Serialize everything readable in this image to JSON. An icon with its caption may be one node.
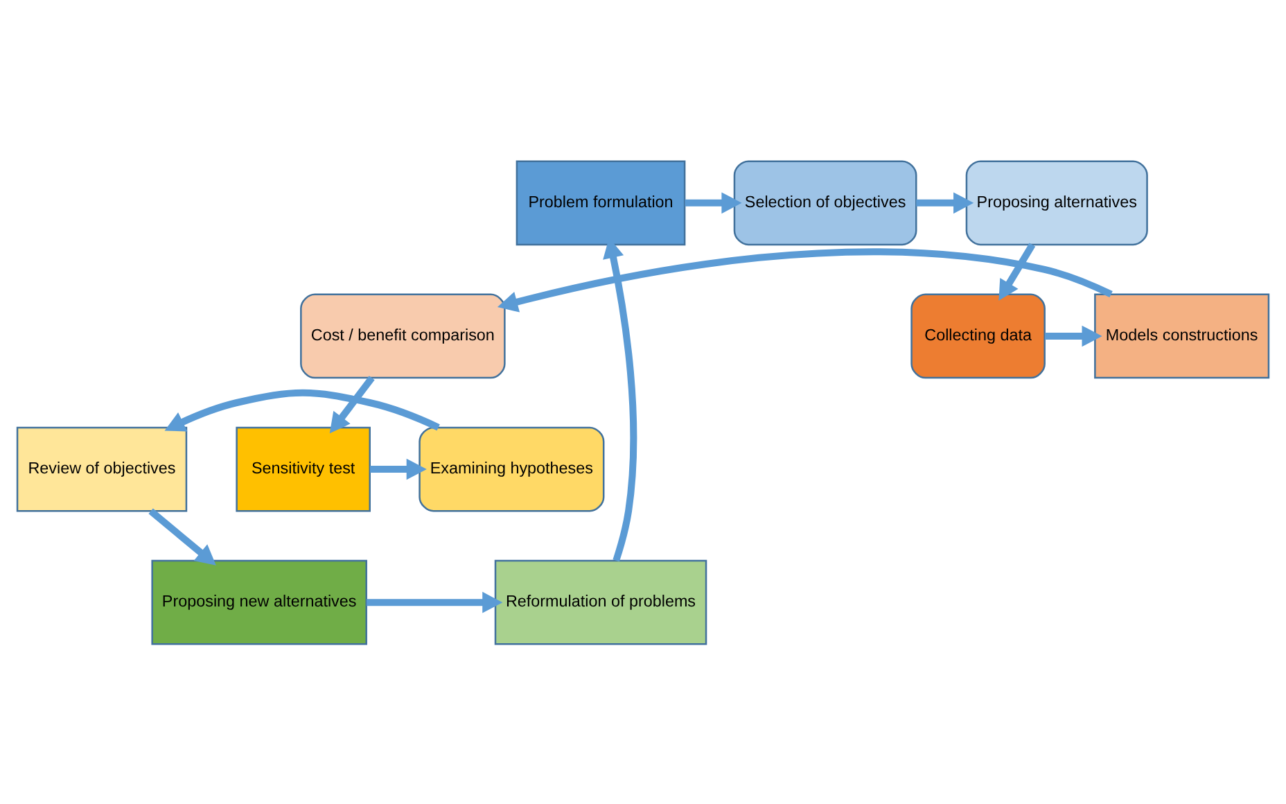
{
  "diagram": {
    "nodes": [
      {
        "text": [
          "Problem formulation"
        ]
      },
      {
        "text": [
          "Selection of objectives"
        ]
      },
      {
        "text": [
          "Proposing alternatives"
        ]
      },
      {
        "text": [
          "Collecting data"
        ]
      },
      {
        "text": [
          "Models constructions"
        ]
      },
      {
        "text": [
          "Cost / benefit comparison"
        ]
      },
      {
        "text": [
          "Sensitivity test"
        ]
      },
      {
        "text": [
          "Examining hypotheses"
        ]
      },
      {
        "text": [
          "Review of objectives"
        ]
      },
      {
        "text": [
          "Proposing new alternatives"
        ]
      },
      {
        "text": [
          "Reformulation of problems"
        ]
      }
    ],
    "edges": [
      {
        "from": 0,
        "to": 1,
        "arrow": "to"
      },
      {
        "from": 1,
        "to": 2,
        "arrow": "to"
      },
      {
        "from": 2,
        "to": 3,
        "arrow": "to"
      },
      {
        "from": 3,
        "to": 4,
        "arrow": "to"
      },
      {
        "from": 4,
        "to": 5,
        "arrow": "to"
      },
      {
        "from": 5,
        "to": 6,
        "arrow": "to"
      },
      {
        "from": 6,
        "to": 7,
        "arrow": "to"
      },
      {
        "from": 7,
        "to": 8,
        "arrow": "to"
      },
      {
        "from": 8,
        "to": 9,
        "arrow": "to"
      },
      {
        "from": 9,
        "to": 10,
        "arrow": "to"
      },
      {
        "from": 10,
        "to": 0,
        "arrow": "to"
      }
    ]
  }
}
